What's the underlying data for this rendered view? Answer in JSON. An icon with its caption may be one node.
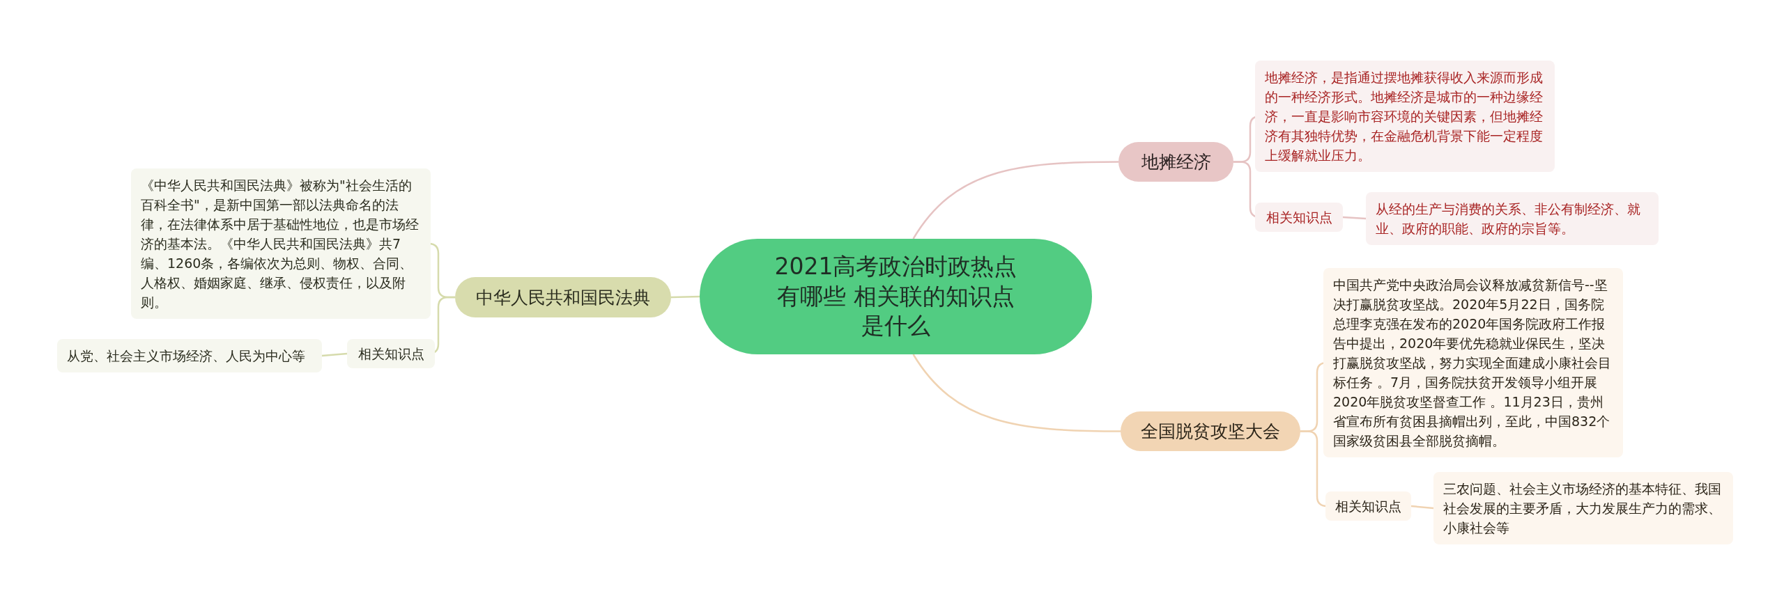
{
  "diagram": {
    "nodes": [
      {
        "text": [
          "2021高考政治时政热点有哪些 相关联的知识点是什么"
        ]
      },
      {
        "text": [
          "地摊经济"
        ]
      },
      {
        "text": [
          "地摊经济，是指通过摆地摊获得收入来源而形成的一种经济形式。地摊经济是城市的一种边缘经济，一直是影响市容环境的关键因素，但地摊经济有其独特优势，在金融危机背景下能一定程度上缓解就业压力。"
        ]
      },
      {
        "text": [
          "相关知识点"
        ]
      },
      {
        "text": [
          "从经的生产与消费的关系、非公有制经济、就业、政府的职能、政府的宗旨等。"
        ]
      },
      {
        "text": [
          "全国脱贫攻坚大会"
        ]
      },
      {
        "text": [
          "中国共产党中央政治局会议释放减贫新信号--坚决打赢脱贫攻坚战。2020年5月22日，国务院总理李克强在发布的2020年国务院政府工作报告中提出，2020年要优先稳就业保民生，坚决打赢脱贫攻坚战，努力实现全面建成小康社会目标任务 。7月，国务院扶贫开发领导小组开展2020年脱贫攻坚督查工作 。11月23日，贵州省宣布所有贫困县摘帽出列，至此，中国832个国家级贫困县全部脱贫摘帽。"
        ]
      },
      {
        "text": [
          "相关知识点"
        ]
      },
      {
        "text": [
          "三农问题、社会主义市场经济的基本特征、我国社会发展的主要矛盾，大力发展生产力的需求、小康社会等"
        ]
      },
      {
        "text": [
          "中华人民共和国民法典"
        ]
      },
      {
        "text": [
          "《中华人民共和国民法典》被称为\"社会生活的百科全书\"，是新中国第一部以法典命名的法律，在法律体系中居于基础性地位，也是市场经济的基本法。《中华人民共和国民法典》共7编、1260条，各编依次为总则、物权、合同、人格权、婚姻家庭、继承、侵权责任，以及附则。"
        ]
      },
      {
        "text": [
          "相关知识点"
        ]
      },
      {
        "text": [
          "从党、社会主义市场经济、人民为中心等"
        ]
      }
    ],
    "edges": [
      {
        "from": 0,
        "to": 1,
        "arrow": "none",
        "color": "#e6c3c3"
      },
      {
        "from": 1,
        "to": 2,
        "arrow": "none",
        "color": "#e6c3c3"
      },
      {
        "from": 1,
        "to": 3,
        "arrow": "none",
        "color": "#e6c3c3"
      },
      {
        "from": 3,
        "to": 4,
        "arrow": "none",
        "color": "#e6c3c3"
      },
      {
        "from": 0,
        "to": 5,
        "arrow": "none",
        "color": "#f0d3b2"
      },
      {
        "from": 5,
        "to": 6,
        "arrow": "none",
        "color": "#f0d3b2"
      },
      {
        "from": 5,
        "to": 7,
        "arrow": "none",
        "color": "#f0d3b2"
      },
      {
        "from": 7,
        "to": 8,
        "arrow": "none",
        "color": "#f0d3b2"
      },
      {
        "from": 0,
        "to": 9,
        "arrow": "none",
        "color": "#d6dbac"
      },
      {
        "from": 9,
        "to": 10,
        "arrow": "none",
        "color": "#d6dbac"
      },
      {
        "from": 9,
        "to": 11,
        "arrow": "none",
        "color": "#d6dbac"
      },
      {
        "from": 11,
        "to": 12,
        "arrow": "none",
        "color": "#d6dbac"
      }
    ]
  }
}
